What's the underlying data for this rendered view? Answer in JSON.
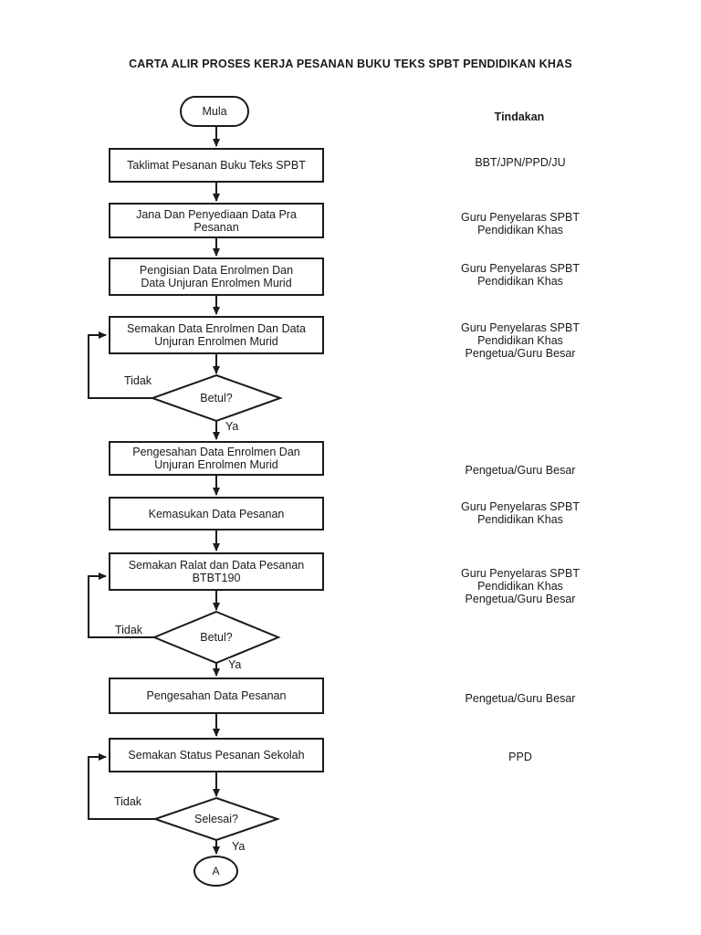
{
  "colors": {
    "ink": "#1a1a1a",
    "background": "#ffffff"
  },
  "title": "CARTA ALIR PROSES KERJA PESANAN BUKU TEKS SPBT PENDIDIKAN KHAS",
  "actions_column": {
    "header": "Tindakan"
  },
  "flow": {
    "start_label": "Mula",
    "end_connector_label": "A",
    "yes_label": "Ya",
    "no_label": "Tidak",
    "steps": [
      {
        "label": "Taklimat Pesanan Buku Teks SPBT",
        "action": "BBT/JPN/PPD/JU"
      },
      {
        "label": "Jana Dan Penyediaan Data Pra\nPesanan",
        "action": "Guru Penyelaras SPBT\nPendidikan Khas"
      },
      {
        "label": "Pengisian Data Enrolmen Dan\nData Unjuran Enrolmen Murid",
        "action": "Guru Penyelaras SPBT\nPendidikan Khas"
      },
      {
        "label": "Semakan Data Enrolmen  Dan Data\nUnjuran Enrolmen Murid",
        "action": "Guru Penyelaras SPBT\nPendidikan Khas\nPengetua/Guru Besar"
      },
      {
        "label": "Pengesahan Data Enrolmen Dan\nUnjuran Enrolmen Murid",
        "action": "Pengetua/Guru Besar"
      },
      {
        "label": "Kemasukan Data Pesanan",
        "action": "Guru Penyelaras SPBT\nPendidikan Khas"
      },
      {
        "label": "Semakan Ralat dan Data Pesanan\nBTBT190",
        "action": "Guru Penyelaras SPBT\nPendidikan Khas\nPengetua/Guru Besar"
      },
      {
        "label": "Pengesahan Data Pesanan",
        "action": "Pengetua/Guru Besar"
      },
      {
        "label": "Semakan Status Pesanan Sekolah",
        "action": "PPD"
      }
    ],
    "decisions": [
      {
        "label": "Betul?"
      },
      {
        "label": "Betul?"
      },
      {
        "label": "Selesai?"
      }
    ]
  }
}
